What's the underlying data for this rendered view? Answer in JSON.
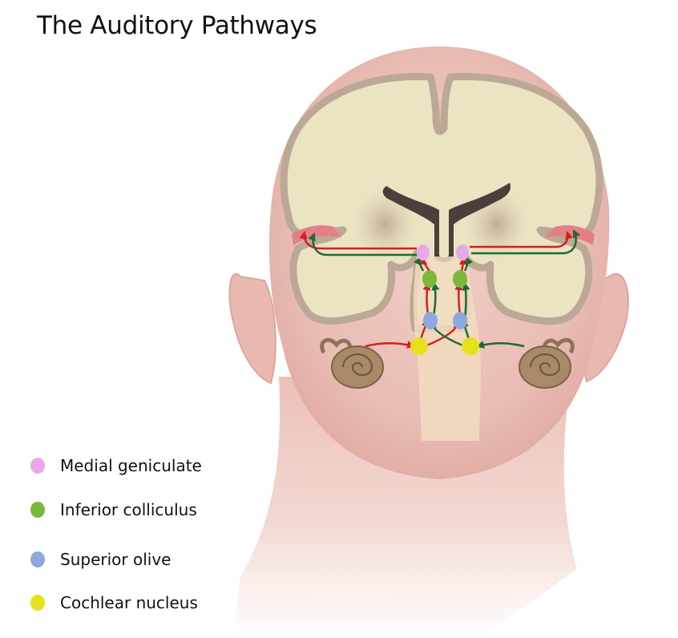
{
  "title": "The Auditory Pathways",
  "legend": [
    {
      "label": "Medial geniculate",
      "color": "#e7a9ea"
    },
    {
      "label": "Inferior colliculus",
      "color": "#79b83a"
    },
    {
      "label": "Superior olive",
      "color": "#8ea9de"
    },
    {
      "label": "Cochlear nucleus",
      "color": "#e5e21a"
    }
  ],
  "colors": {
    "head": "#edc3bc",
    "brain": "#ece3c3",
    "cortex_outline": "#bba996",
    "auditory_cortex": "#e47f88",
    "ventricle": "#4a3f3a",
    "cochlea": "#a88968",
    "ascending_pathway": "#d41f1f",
    "descending_pathway": "#1d6b32"
  }
}
